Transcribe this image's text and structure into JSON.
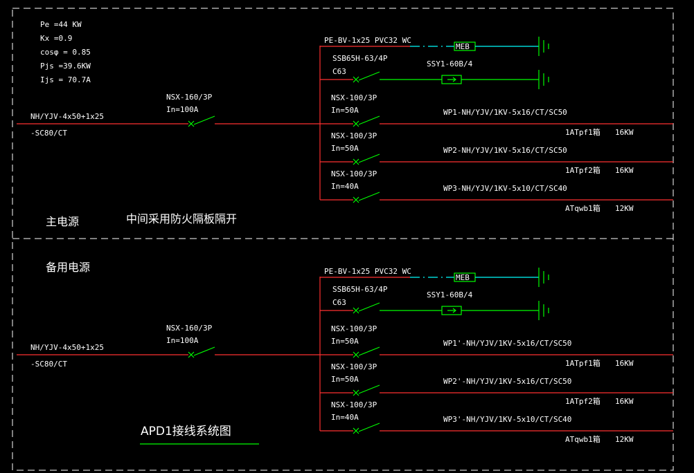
{
  "colors": {
    "background": "#000000",
    "feeder": "#ff3030",
    "switch": "#00ff00",
    "earth": "#00ffff",
    "text": "#ffffff"
  },
  "load_calc": {
    "pe": "Pe =44 KW",
    "kx": "Kx =0.9",
    "cos": "cosφ = 0.85",
    "pjs": "Pjs =39.6KW",
    "ijs": "Ijs = 70.7A"
  },
  "note_partition": "中间采用防火隔板隔开",
  "title": "APD1接线系统图",
  "sections": [
    {
      "label": "主电源",
      "incoming_cable_1": "NH/YJV-4x50+1x25",
      "incoming_cable_2": "-SC80/CT",
      "main_breaker": "NSX-160/3P",
      "main_rating": "In=100A",
      "pe_cable": "PE-BV-1x25 PVC32 WC",
      "meb": "MEB",
      "spd_breaker": "SSB65H-63/4P",
      "spd_rating": "C63",
      "spd": "SSY1-60B/4",
      "circuits": [
        {
          "breaker": "NSX-100/3P",
          "rating": "In=50A",
          "cable": "WP1-NH/YJV/1KV-5x16/CT/SC50",
          "dest": "1ATpf1箱",
          "power": "16KW"
        },
        {
          "breaker": "NSX-100/3P",
          "rating": "In=50A",
          "cable": "WP2-NH/YJV/1KV-5x16/CT/SC50",
          "dest": "1ATpf2箱",
          "power": "16KW"
        },
        {
          "breaker": "NSX-100/3P",
          "rating": "In=40A",
          "cable": "WP3-NH/YJV/1KV-5x10/CT/SC40",
          "dest": "ATqwb1箱",
          "power": "12KW"
        }
      ]
    },
    {
      "label": "备用电源",
      "incoming_cable_1": "NH/YJV-4x50+1x25",
      "incoming_cable_2": "-SC80/CT",
      "main_breaker": "NSX-160/3P",
      "main_rating": "In=100A",
      "pe_cable": "PE-BV-1x25 PVC32 WC",
      "meb": "MEB",
      "spd_breaker": "SSB65H-63/4P",
      "spd_rating": "C63",
      "spd": "SSY1-60B/4",
      "circuits": [
        {
          "breaker": "NSX-100/3P",
          "rating": "In=50A",
          "cable": "WP1'-NH/YJV/1KV-5x16/CT/SC50",
          "dest": "1ATpf1箱",
          "power": "16KW"
        },
        {
          "breaker": "NSX-100/3P",
          "rating": "In=50A",
          "cable": "WP2'-NH/YJV/1KV-5x16/CT/SC50",
          "dest": "1ATpf2箱",
          "power": "16KW"
        },
        {
          "breaker": "NSX-100/3P",
          "rating": "In=40A",
          "cable": "WP3'-NH/YJV/1KV-5x10/CT/SC40",
          "dest": "ATqwb1箱",
          "power": "12KW"
        }
      ]
    }
  ]
}
